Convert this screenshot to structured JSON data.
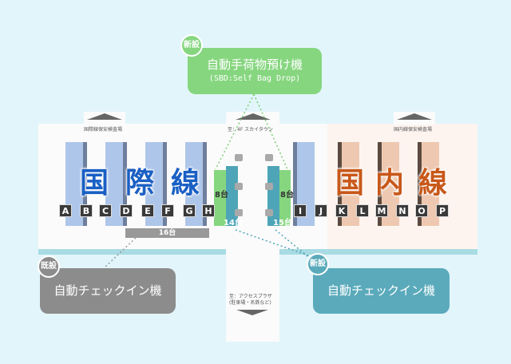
{
  "sbd": {
    "badge": "新設",
    "title": "自動手荷物預け機",
    "subtitle": "(SBD:Self Bag Drop)"
  },
  "labels": {
    "intl_security": "国際線保安検査場",
    "to_skytown": "至：4F スカイタウン",
    "dom_security": "国内線保安検査場",
    "to_access1": "至：アクセスプラザ",
    "to_access2": "(駐車場・名鉄など)"
  },
  "intl": [
    "国",
    "際",
    "線"
  ],
  "dom": [
    "国",
    "内",
    "線"
  ],
  "counters": [
    "A",
    "B",
    "C",
    "D",
    "E",
    "F",
    "G",
    "H",
    "I",
    "J",
    "K",
    "L",
    "M",
    "N",
    "O",
    "P"
  ],
  "counts": {
    "left_green": "8台",
    "right_green": "8台",
    "left_teal": "14台",
    "right_teal": "15台",
    "gray": "16台"
  },
  "existing": {
    "badge": "既設",
    "title": "自動チェックイン機"
  },
  "new": {
    "badge": "新設",
    "title": "自動チェックイン機"
  },
  "colors": {
    "intl": "#1a5fc4",
    "dom": "#c8581a",
    "green": "#86d67f",
    "teal": "#5aaabb",
    "gray": "#8c8c8c"
  }
}
